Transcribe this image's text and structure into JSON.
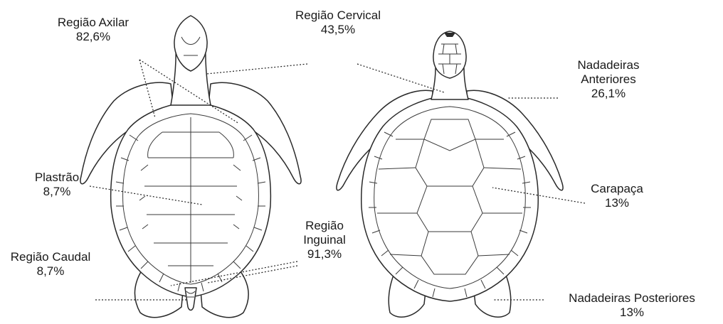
{
  "labels": {
    "axilar": {
      "name": "Região Axilar",
      "value": "82,6%"
    },
    "cervical": {
      "name": "Região Cervical",
      "value": "43,5%"
    },
    "nadadeiras_anteriores": {
      "line1": "Nadadeiras",
      "line2": "Anteriores",
      "value": "26,1%"
    },
    "plastrao": {
      "name": "Plastrão",
      "value": "8,7%"
    },
    "carapaca": {
      "name": "Carapaça",
      "value": "13%"
    },
    "inguinal": {
      "line1": "Região",
      "line2": "Inguinal",
      "value": "91,3%"
    },
    "caudal": {
      "name": "Região Caudal",
      "value": "8,7%"
    },
    "nadadeiras_posteriores": {
      "name": "Nadadeiras Posteriores",
      "value": "13%"
    }
  }
}
